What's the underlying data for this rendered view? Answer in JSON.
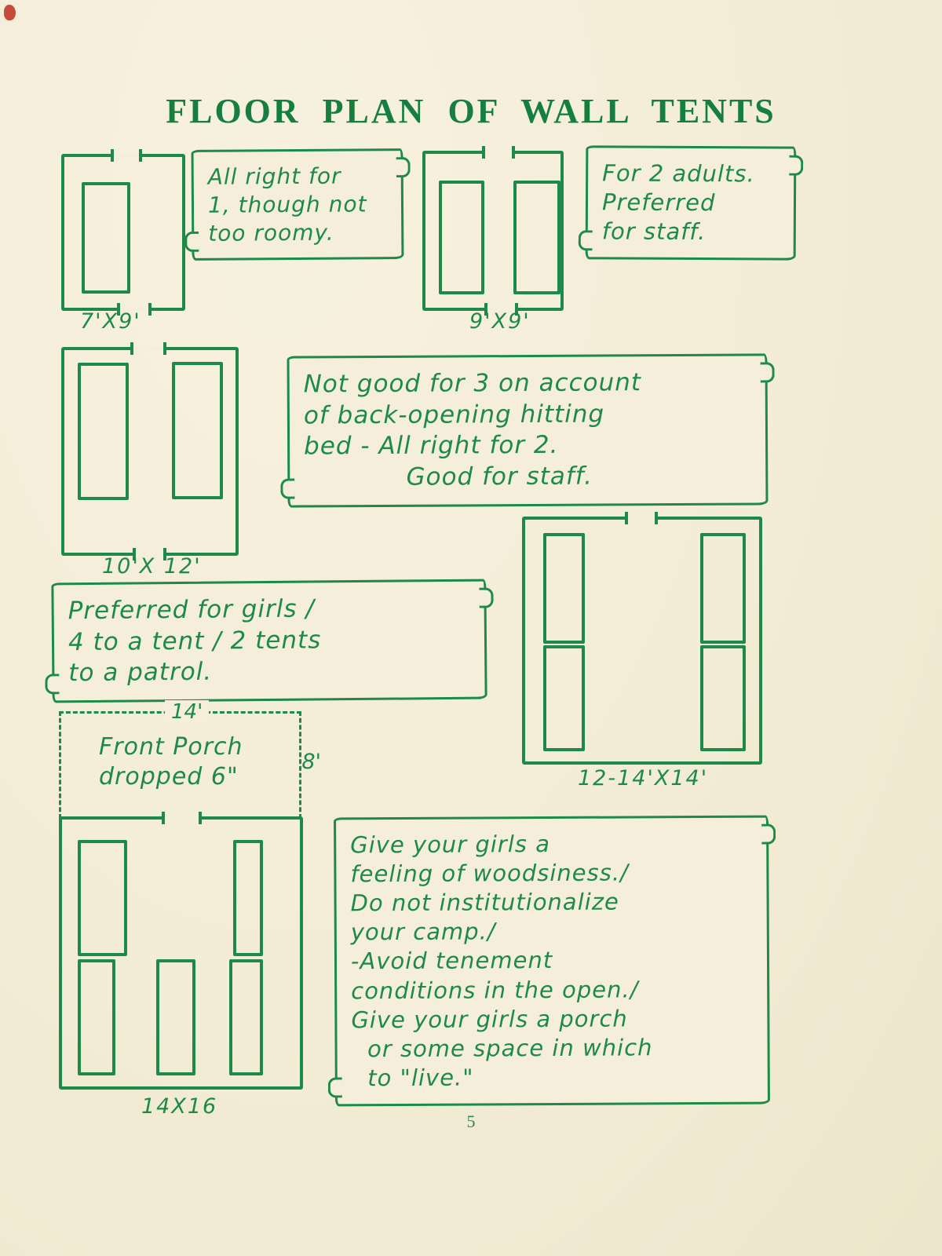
{
  "page": {
    "title": "FLOOR PLAN OF WALL TENTS",
    "page_number": "5"
  },
  "colors": {
    "ink_green": "#1e8a49",
    "paper_cream": "#f4eedb"
  },
  "plans": {
    "p7x9": {
      "label": "7'X9'"
    },
    "p9x9": {
      "label": "9'X9'"
    },
    "p10x12": {
      "label": "10'X 12'"
    },
    "p12x14": {
      "label": "12-14'X14'"
    },
    "p14x16": {
      "label": "14X16",
      "porch_width": "14'",
      "porch_depth": "8'",
      "porch_text": "Front Porch\ndropped 6\""
    }
  },
  "notes": {
    "n1": "All right for\n1, though not\ntoo roomy.",
    "n2": "For 2 adults.\nPreferred\nfor staff.",
    "n3": "Not good for 3 on account\nof back-opening hitting\nbed - All right for 2.\n            Good for staff.",
    "n4": "Preferred for girls /\n4 to a tent / 2 tents\nto a patrol.",
    "n5": "Give your girls a\nfeeling of woodsiness./\nDo not institutionalize\nyour camp./\n-Avoid tenement\nconditions in the open./\nGive your girls a porch\n  or some space in which\n  to \"live.\""
  }
}
